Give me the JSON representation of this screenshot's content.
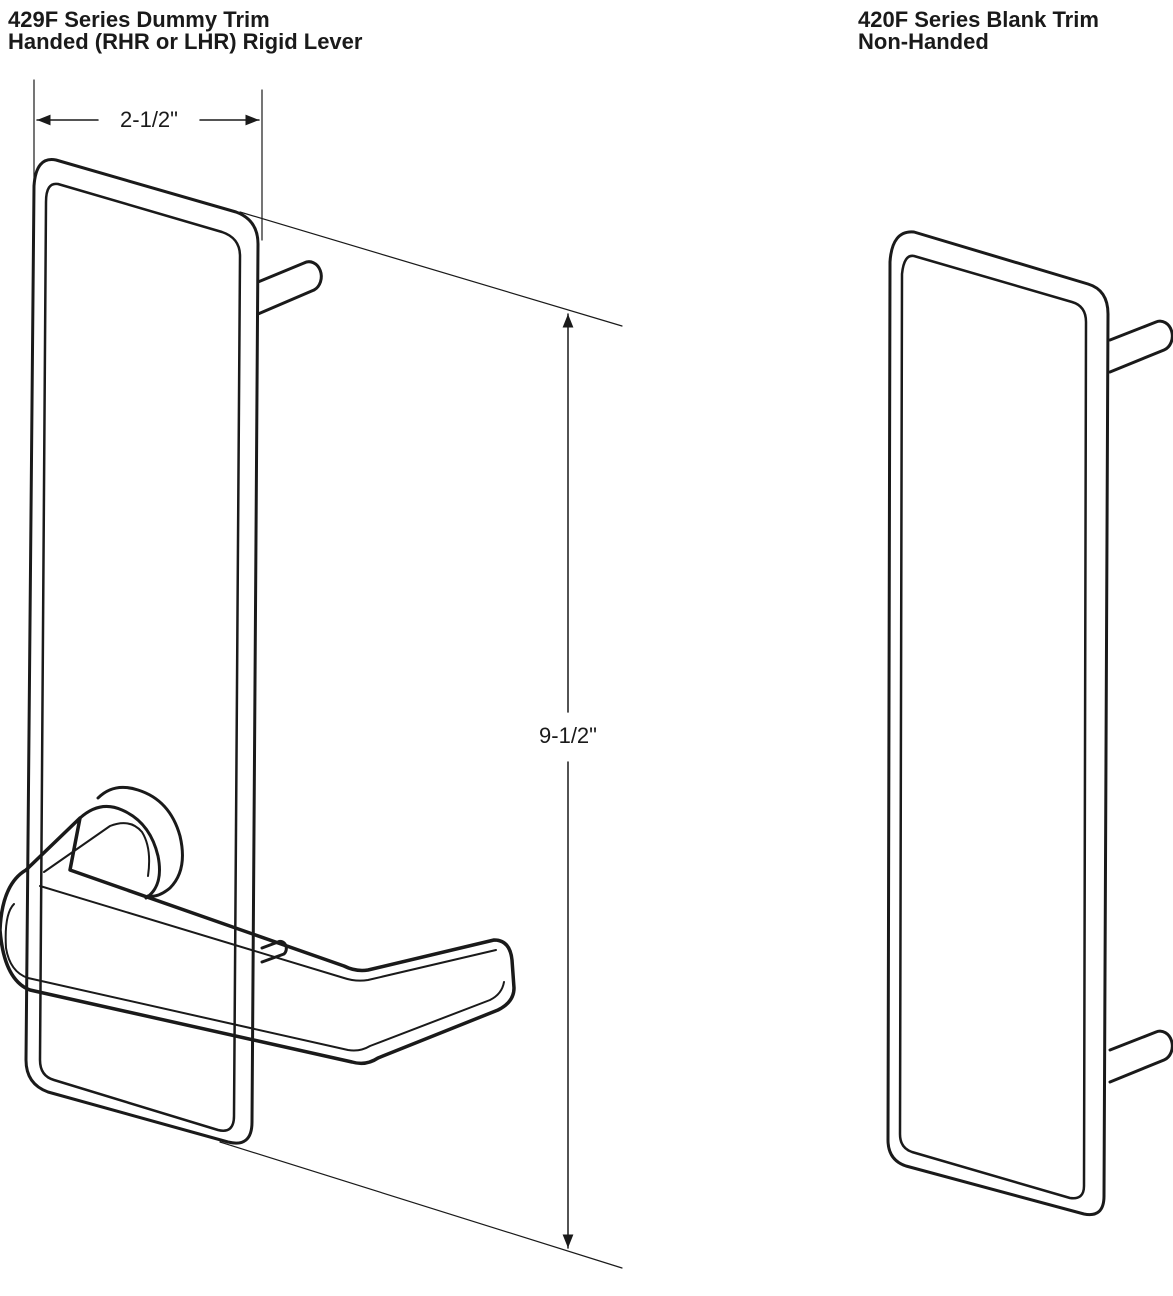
{
  "left_product": {
    "title_line1": "429F Series Dummy Trim",
    "title_line2": "Handed (RHR or LHR) Rigid Lever"
  },
  "right_product": {
    "title_line1": "420F Series Blank Trim",
    "title_line2": "Non-Handed"
  },
  "dimensions": {
    "width": "2-1/2\"",
    "height": "9-1/2\""
  },
  "colors": {
    "ink": "#1a1a1a",
    "background": "#ffffff"
  }
}
